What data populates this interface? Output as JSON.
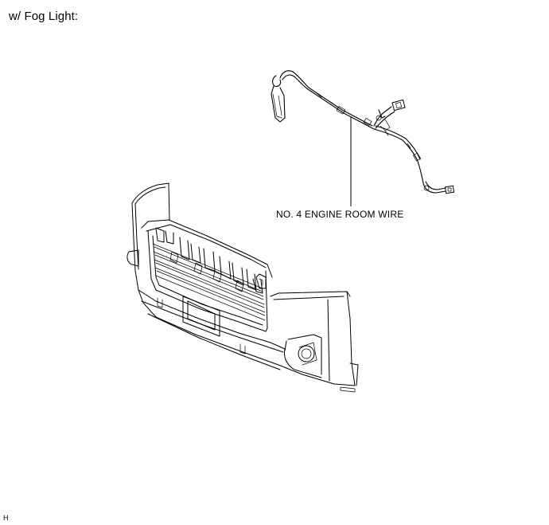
{
  "diagram": {
    "heading": "w/ Fog Light:",
    "callout_label": "NO. 4 ENGINE ROOM WIRE",
    "reference_code": "H"
  }
}
